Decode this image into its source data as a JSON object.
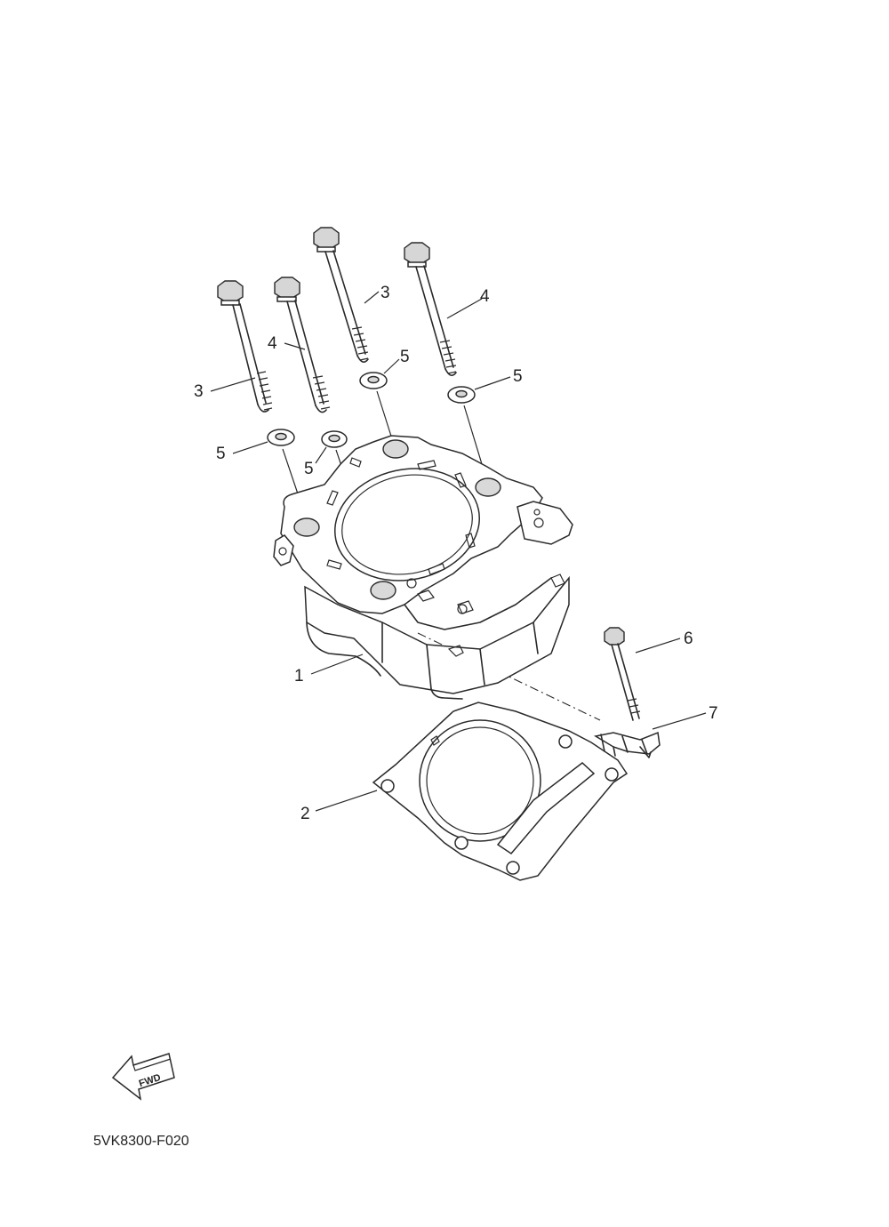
{
  "diagram_code": "5VK8300-F020",
  "fwd_label": "FWD",
  "callouts": {
    "c1": "1",
    "c2": "2",
    "c3a": "3",
    "c3b": "3",
    "c4a": "4",
    "c4b": "4",
    "c5a": "5",
    "c5b": "5",
    "c5c": "5",
    "c5d": "5",
    "c6": "6",
    "c7": "7"
  },
  "icons": {
    "forward_arrow": "fwd-arrow-icon"
  }
}
